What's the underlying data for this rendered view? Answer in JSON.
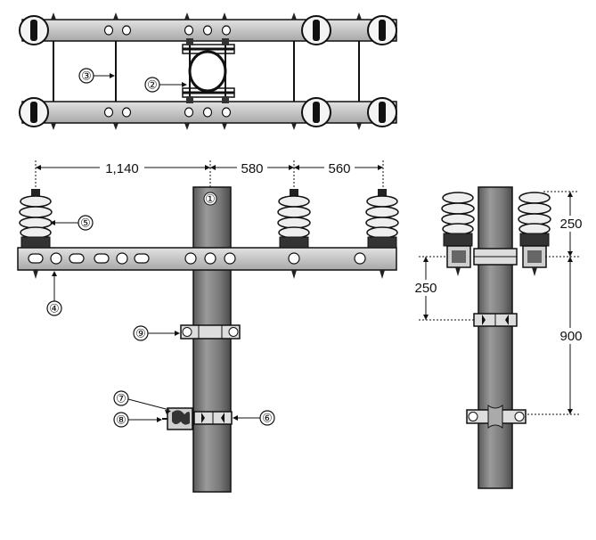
{
  "dimensions": {
    "top_segments": [
      "1,140",
      "580",
      "560"
    ],
    "side_upper": "250",
    "side_left": "250",
    "side_lower": "900"
  },
  "callouts": [
    "①",
    "②",
    "③",
    "④",
    "⑤",
    "⑥",
    "⑦",
    "⑧",
    "⑨"
  ],
  "colors": {
    "steel_fill": "#c8c8c8",
    "pole_fill": "#8a8a8a",
    "porcelain": "#eaeaea",
    "outline": "#111111"
  },
  "icons": {
    "insulator": "insulator-icon",
    "clamp": "pole-clamp-icon",
    "bolt": "bolt-icon"
  }
}
